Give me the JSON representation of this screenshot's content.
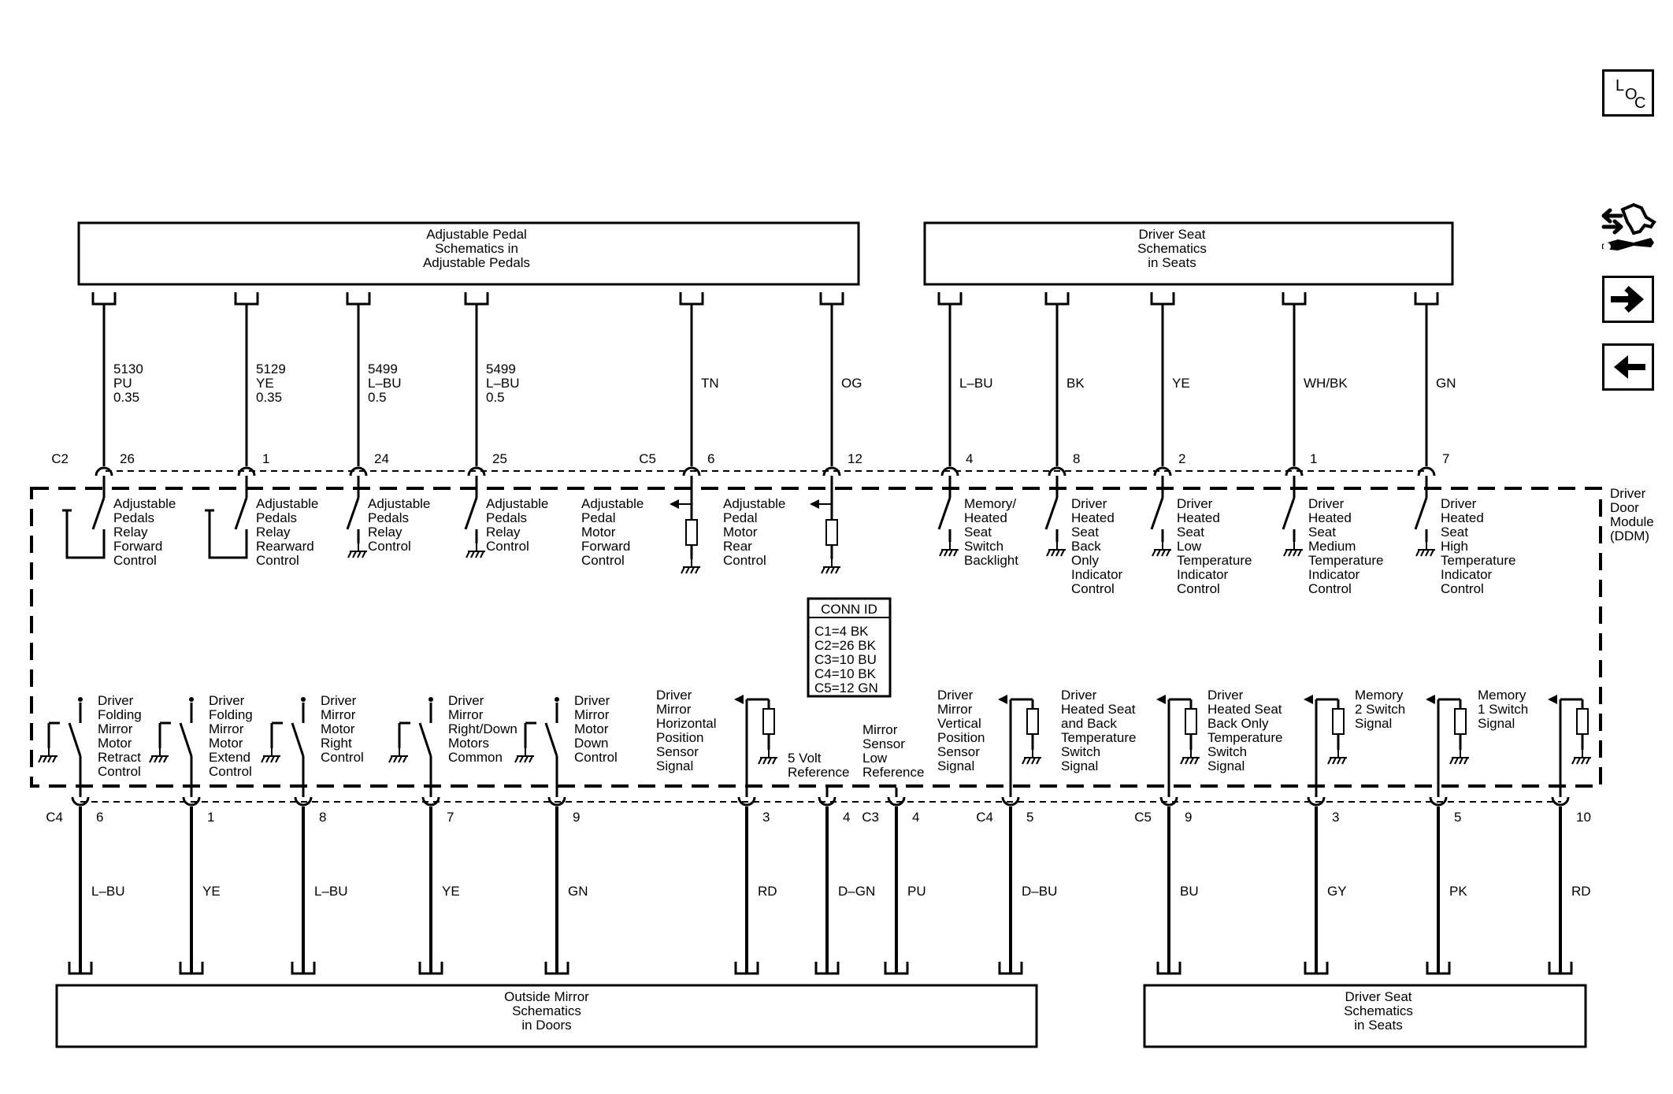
{
  "nav": {
    "loc_l": "L",
    "loc_o": "O",
    "loc_c": "C",
    "icons": [
      "loc-icon",
      "tools-icon",
      "arrow-right-icon",
      "arrow-left-icon"
    ]
  },
  "boxes": {
    "adj_pedal": [
      "Adjustable Pedal",
      "Schematics in",
      "Adjustable Pedals"
    ],
    "driver_seat_top": [
      "Driver Seat",
      "Schematics",
      "in Seats"
    ],
    "outside_mirror": [
      "Outside Mirror",
      "Schematics",
      "in Doors"
    ],
    "driver_seat_bottom": [
      "Driver Seat",
      "Schematics",
      "in Seats"
    ]
  },
  "module": {
    "label": [
      "Driver",
      "Door",
      "Module",
      "(DDM)"
    ],
    "conn_id": {
      "title": "CONN ID",
      "rows": [
        "C1=4 BK",
        "C2=26 BK",
        "C3=10 BU",
        "C4=10 BK",
        "C5=12 GN"
      ]
    }
  },
  "top_circuits": [
    {
      "wire": [
        "5130",
        "PU",
        "0.35"
      ],
      "conn": "C2",
      "pin": "26",
      "label": [
        "Adjustable",
        "Pedals",
        "Relay",
        "Forward",
        "Control"
      ]
    },
    {
      "wire": [
        "5129",
        "YE",
        "0.35"
      ],
      "conn": "",
      "pin": "1",
      "label": [
        "Adjustable",
        "Pedals",
        "Relay",
        "Rearward",
        "Control"
      ]
    },
    {
      "wire": [
        "5499",
        "L–BU",
        "0.5"
      ],
      "conn": "",
      "pin": "24",
      "label": [
        "Adjustable",
        "Pedals",
        "Relay",
        "Control"
      ]
    },
    {
      "wire": [
        "5499",
        "L–BU",
        "0.5"
      ],
      "conn": "",
      "pin": "25",
      "label": [
        "Adjustable",
        "Pedals",
        "Relay",
        "Control"
      ]
    },
    {
      "wire": [
        "TN"
      ],
      "conn": "C5",
      "pin": "6",
      "label": [
        "Adjustable",
        "Pedal",
        "Motor",
        "Forward",
        "Control"
      ]
    },
    {
      "wire": [
        "OG"
      ],
      "conn": "",
      "pin": "12",
      "label": [
        "Adjustable",
        "Pedal",
        "Motor",
        "Rear",
        "Control"
      ]
    },
    {
      "wire": [
        "L–BU"
      ],
      "conn": "",
      "pin": "4",
      "label": [
        "Memory/",
        "Heated",
        "Seat",
        "Switch",
        "Backlight"
      ]
    },
    {
      "wire": [
        "BK"
      ],
      "conn": "",
      "pin": "8",
      "label": [
        "Driver",
        "Heated",
        "Seat",
        "Back",
        "Only",
        "Indicator",
        "Control"
      ]
    },
    {
      "wire": [
        "YE"
      ],
      "conn": "",
      "pin": "2",
      "label": [
        "Driver",
        "Heated",
        "Seat",
        "Low",
        "Temperature",
        "Indicator",
        "Control"
      ]
    },
    {
      "wire": [
        "WH/BK"
      ],
      "conn": "",
      "pin": "1",
      "label": [
        "Driver",
        "Heated",
        "Seat",
        "Medium",
        "Temperature",
        "Indicator",
        "Control"
      ]
    },
    {
      "wire": [
        "GN"
      ],
      "conn": "",
      "pin": "7",
      "label": [
        "Driver",
        "Heated",
        "Seat",
        "High",
        "Temperature",
        "Indicator",
        "Control"
      ]
    }
  ],
  "bottom_circuits": [
    {
      "wire": "L–BU",
      "conn": "C4",
      "pin": "6",
      "label": [
        "Driver",
        "Folding",
        "Mirror",
        "Motor",
        "Retract",
        "Control"
      ]
    },
    {
      "wire": "YE",
      "conn": "",
      "pin": "1",
      "label": [
        "Driver",
        "Folding",
        "Mirror",
        "Motor",
        "Extend",
        "Control"
      ]
    },
    {
      "wire": "L–BU",
      "conn": "",
      "pin": "8",
      "label": [
        "Driver",
        "Mirror",
        "Motor",
        "Right",
        "Control"
      ]
    },
    {
      "wire": "YE",
      "conn": "",
      "pin": "7",
      "label": [
        "Driver",
        "Mirror",
        "Right/Down",
        "Motors",
        "Common"
      ]
    },
    {
      "wire": "GN",
      "conn": "",
      "pin": "9",
      "label": [
        "Driver",
        "Mirror",
        "Motor",
        "Down",
        "Control"
      ]
    },
    {
      "wire": "RD",
      "conn": "",
      "pin": "3",
      "label": [
        "Driver",
        "Mirror",
        "Horizontal",
        "Position",
        "Sensor",
        "Signal"
      ]
    },
    {
      "wire": "D–GN",
      "conn": "",
      "pin": "4",
      "label": [
        "5 Volt",
        "Reference"
      ]
    },
    {
      "wire": "PU",
      "conn": "C3",
      "pin": "4",
      "label": [
        "Mirror",
        "Sensor",
        "Low",
        "Reference"
      ]
    },
    {
      "wire": "D–BU",
      "conn": "C4",
      "pin": "5",
      "label": [
        "Driver",
        "Mirror",
        "Vertical",
        "Position",
        "Sensor",
        "Signal"
      ]
    },
    {
      "wire": "BU",
      "conn": "C5",
      "pin": "9",
      "label": [
        "Driver",
        "Heated Seat",
        "and Back",
        "Temperature",
        "Switch",
        "Signal"
      ]
    },
    {
      "wire": "GY",
      "conn": "",
      "pin": "3",
      "label": [
        "Driver",
        "Heated Seat",
        "Back Only",
        "Temperature",
        "Switch",
        "Signal"
      ]
    },
    {
      "wire": "PK",
      "conn": "",
      "pin": "5",
      "label": [
        "Memory",
        "2 Switch",
        "Signal"
      ]
    },
    {
      "wire": "RD",
      "conn": "",
      "pin": "10",
      "label": [
        "Memory",
        "1 Switch",
        "Signal"
      ]
    }
  ]
}
